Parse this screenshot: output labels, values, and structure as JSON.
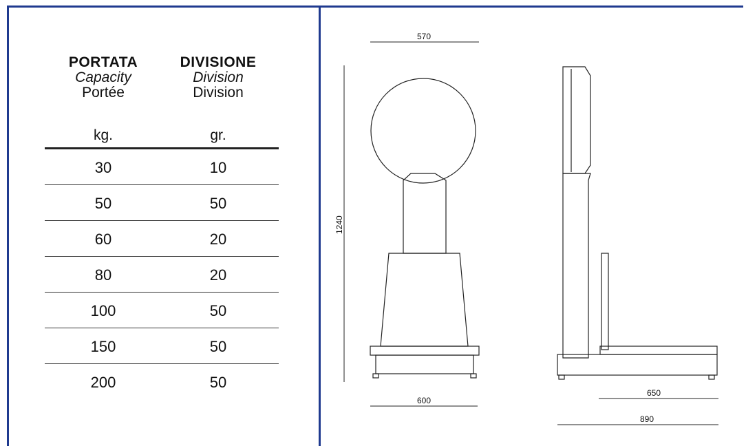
{
  "table": {
    "col1": {
      "title": "PORTATA",
      "subtitle_it": "Capacity",
      "subtitle_fr": "Portée",
      "unit": "kg."
    },
    "col2": {
      "title": "DIVISIONE",
      "subtitle_it": "Division",
      "subtitle_fr": "Division",
      "unit": "gr."
    },
    "rows": [
      {
        "capacity": "30",
        "division": "10"
      },
      {
        "capacity": "50",
        "division": "50"
      },
      {
        "capacity": "60",
        "division": "20"
      },
      {
        "capacity": "80",
        "division": "20"
      },
      {
        "capacity": "100",
        "division": "50"
      },
      {
        "capacity": "150",
        "division": "50"
      },
      {
        "capacity": "200",
        "division": "50"
      }
    ]
  },
  "dimensions": {
    "top_width": "570",
    "height": "1240",
    "base_width": "600",
    "platform_depth": "650",
    "total_depth": "890"
  },
  "colors": {
    "frame": "#1f3a8f",
    "ink": "#111111"
  }
}
